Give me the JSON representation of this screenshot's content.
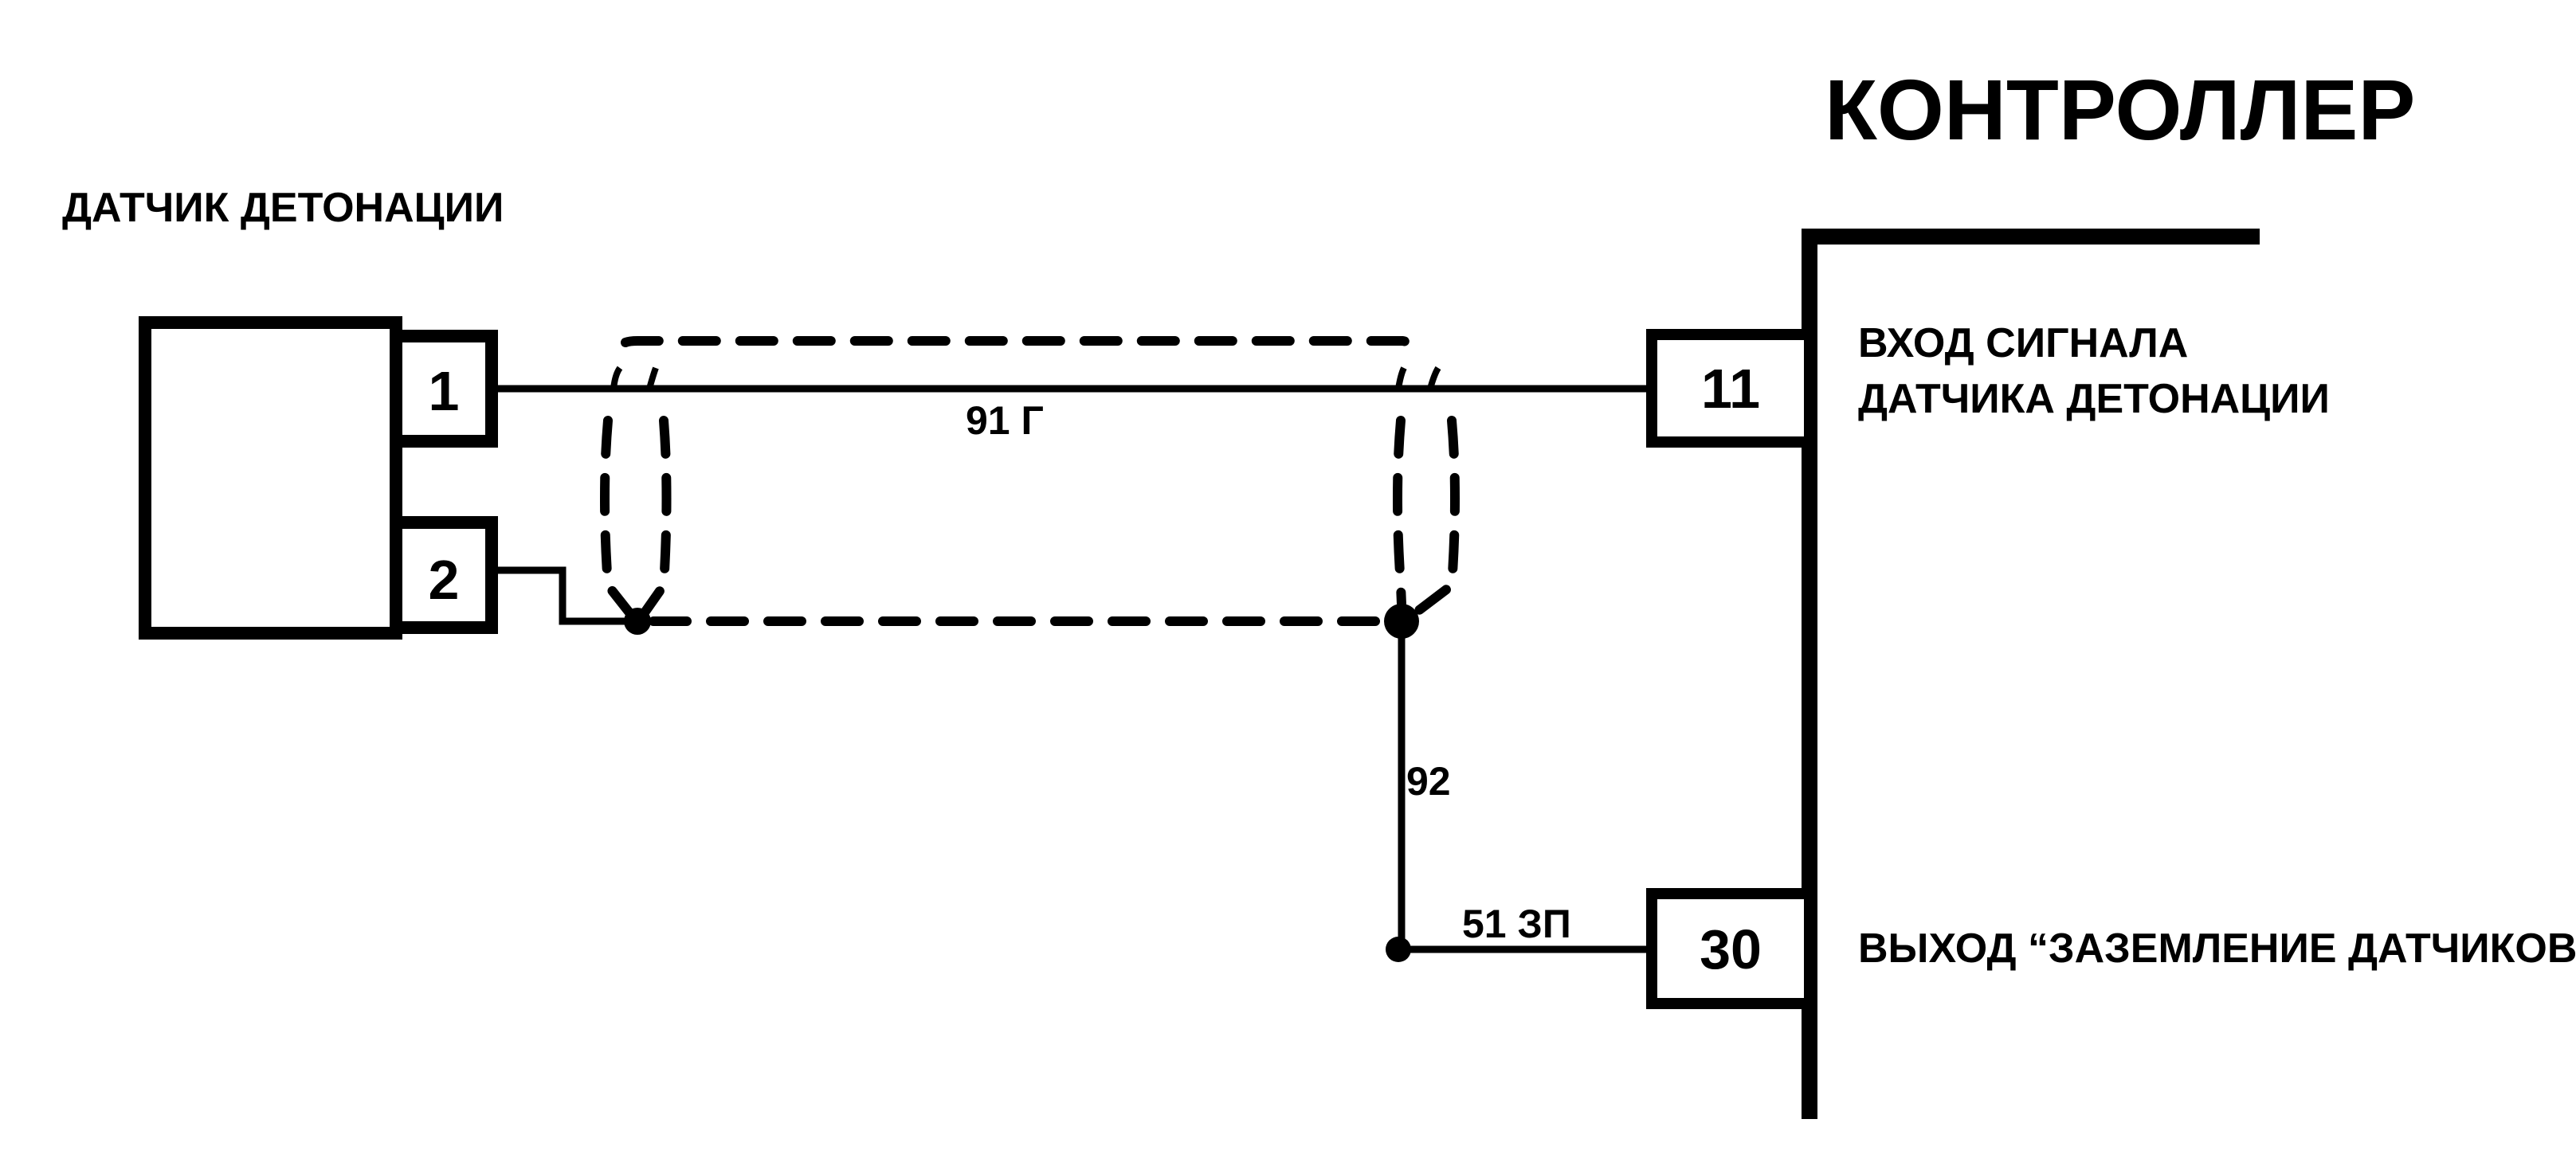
{
  "diagram": {
    "controller": {
      "title": "КОНТРОЛЛЕР",
      "pins": [
        {
          "number": "11",
          "description_lines": [
            "ВХОД СИГНАЛА",
            "ДАТЧИКА ДЕТОНАЦИИ"
          ]
        },
        {
          "number": "30",
          "description_lines": [
            "ВЫХОД “ЗАЗЕМЛЕНИЕ ДАТЧИКОВ”"
          ]
        }
      ]
    },
    "sensor": {
      "title": "ДАТЧИК ДЕТОНАЦИИ",
      "pins": [
        {
          "number": "1"
        },
        {
          "number": "2"
        }
      ]
    },
    "wires": [
      {
        "label": "91 Г",
        "from": "sensor-pin-1",
        "to": "controller-pin-11",
        "shielded": true
      },
      {
        "label": "92",
        "from": "shield-junction",
        "to": "ground-junction"
      },
      {
        "label": "51 ЗП",
        "from": "ground-junction",
        "to": "controller-pin-30"
      }
    ],
    "colors": {
      "ink": "#000000",
      "paper": "#ffffff"
    }
  }
}
